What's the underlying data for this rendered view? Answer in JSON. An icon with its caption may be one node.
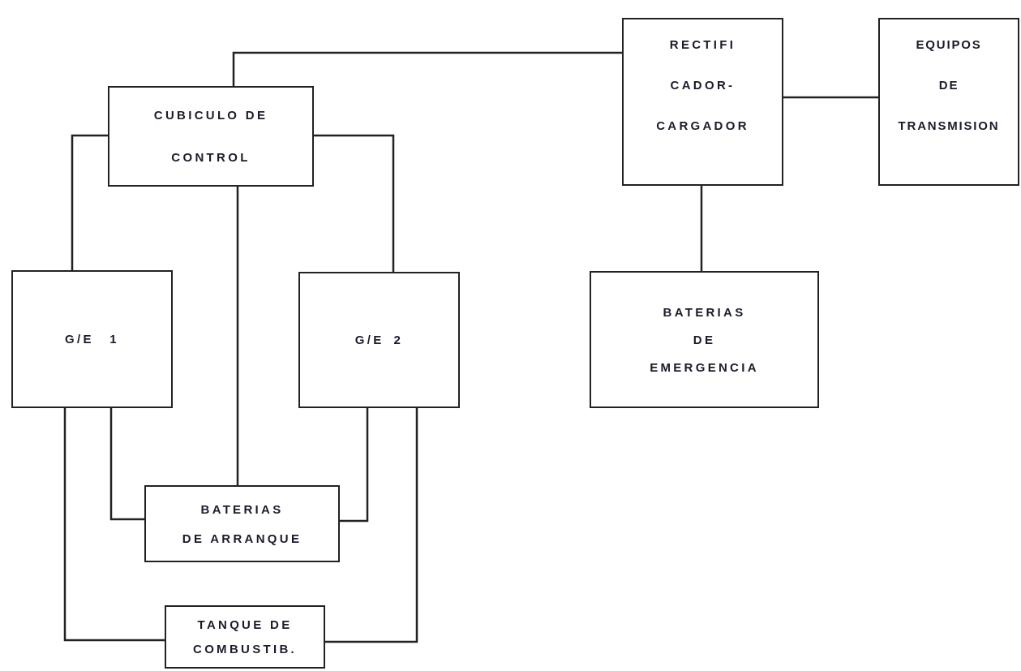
{
  "diagram": {
    "nodes": [
      {
        "text": [
          "CUBICULO DE CONTROL"
        ]
      },
      {
        "text": [
          "RECTIFI CADOR- CARGADOR"
        ]
      },
      {
        "text": [
          "EQUIPOS DE TRANSMISION"
        ]
      },
      {
        "text": [
          "G/E 1"
        ]
      },
      {
        "text": [
          "G/E 2"
        ]
      },
      {
        "text": [
          "BATERIAS DE EMERGENCIA"
        ]
      },
      {
        "text": [
          "BATERIAS DE ARRANQUE"
        ]
      },
      {
        "text": [
          "TANQUE DE COMBUSTIB."
        ]
      }
    ],
    "edges": [
      {
        "from": 0,
        "to": 1,
        "arrow": "none"
      },
      {
        "from": 0,
        "to": 3,
        "arrow": "none"
      },
      {
        "from": 0,
        "to": 4,
        "arrow": "none"
      },
      {
        "from": 0,
        "to": 6,
        "arrow": "none"
      },
      {
        "from": 1,
        "to": 2,
        "arrow": "none"
      },
      {
        "from": 1,
        "to": 5,
        "arrow": "none"
      },
      {
        "from": 3,
        "to": 6,
        "arrow": "none"
      },
      {
        "from": 4,
        "to": 6,
        "arrow": "none"
      },
      {
        "from": 3,
        "to": 7,
        "arrow": "none"
      },
      {
        "from": 4,
        "to": 7,
        "arrow": "none"
      }
    ]
  }
}
